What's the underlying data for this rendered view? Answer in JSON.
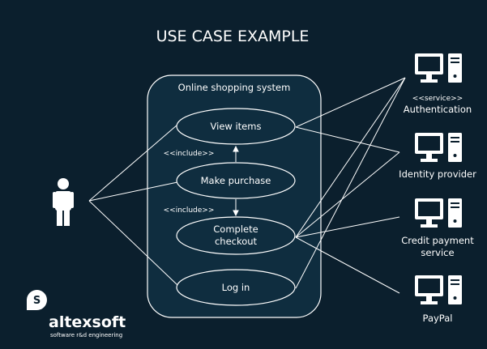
{
  "diagram": {
    "title": "USE CASE EXAMPLE",
    "system_label": "Online shopping system",
    "use_cases": {
      "view_items": "View items",
      "make_purchase": "Make purchase",
      "complete_checkout_line1": "Complete",
      "complete_checkout_line2": "checkout",
      "log_in": "Log in"
    },
    "relations": {
      "include_upper": "<<include>>",
      "include_lower": "<<include>>"
    },
    "external_systems": {
      "auth_stereotype": "<<service>>",
      "auth_name": "Authentication",
      "identity_provider": "Identity provider",
      "credit_line1": "Credit payment",
      "credit_line2": "service",
      "paypal": "PayPal"
    }
  },
  "branding": {
    "logo_text": "altexsoft",
    "tagline": "software r&d engineering"
  },
  "colors": {
    "background": "#0b1f2d",
    "system_box": "#0f2d3f",
    "line": "#ffffff"
  }
}
